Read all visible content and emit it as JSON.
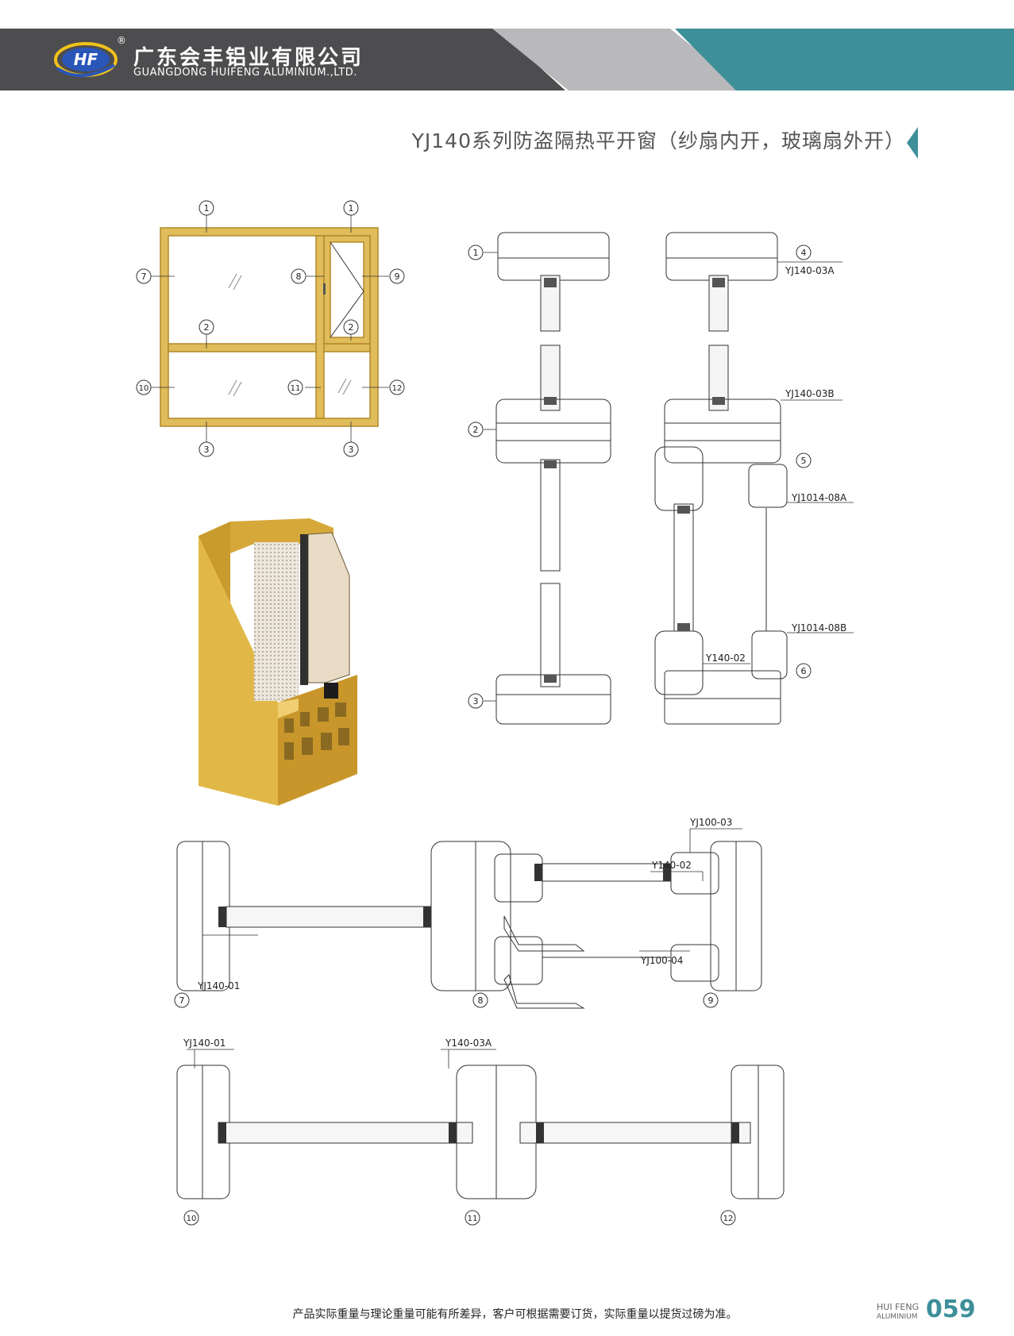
{
  "company": {
    "name_cn": "广东会丰铝业有限公司",
    "name_en": "GUANGDONG HUIFENG ALUMINIUM.,LTD.",
    "logo_text": "HF",
    "reg_mark": "®"
  },
  "title": "YJ140系列防盗隔热平开窗（纱扇内开，玻璃扇外开）",
  "elevation": {
    "markers": [
      "1",
      "1",
      "7",
      "8",
      "9",
      "2",
      "2",
      "10",
      "11",
      "12",
      "3",
      "3"
    ]
  },
  "vertical_section": {
    "markers": [
      "1",
      "2",
      "3",
      "4",
      "5",
      "6"
    ],
    "labels": [
      "YJ140-03A",
      "YJ140-03B",
      "YJ1014-08A",
      "YJ1014-08B",
      "Y140-02"
    ]
  },
  "horizontal_section_top": {
    "markers": [
      "7",
      "8",
      "9"
    ],
    "labels": [
      "YJ140-01",
      "YJ100-03",
      "Y140-02",
      "YJ100-04"
    ]
  },
  "horizontal_section_bottom": {
    "markers": [
      "10",
      "11",
      "12"
    ],
    "labels": [
      "YJ140-01",
      "Y140-03A"
    ]
  },
  "footer": {
    "note": "产品实际重量与理论重量可能有所差异，客户可根据需要订货，实际重量以提货过磅为准。",
    "brand_line1": "HUI FENG",
    "brand_line2": "ALUMINIUM",
    "page_number": "059"
  },
  "colors": {
    "teal": "#3d8f9a",
    "dark": "#4d4d4f",
    "grey": "#b9b9bb",
    "gold": "#d8b24a"
  }
}
